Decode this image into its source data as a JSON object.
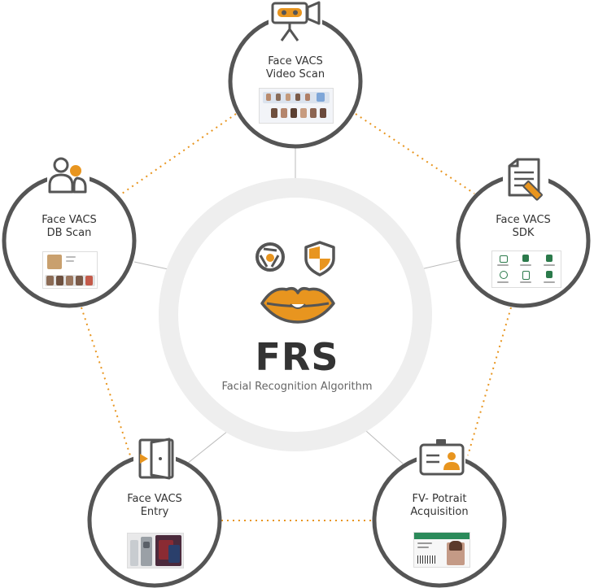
{
  "center": {
    "title": "FRS",
    "subtitle": "Facial Recognition Algorithm"
  },
  "nodes": {
    "video_scan": {
      "line1": "Face VACS",
      "line2": "Video Scan"
    },
    "sdk": {
      "line1": "Face VACS",
      "line2": "SDK"
    },
    "db_scan": {
      "line1": "Face VACS",
      "line2": "DB Scan"
    },
    "entry": {
      "line1": "Face VACS",
      "line2": "Entry"
    },
    "portrait": {
      "line1": "FV- Potrait",
      "line2": "Acquisition"
    }
  },
  "icons": {
    "center": [
      "aperture-icon",
      "shield-icon",
      "lips-icon"
    ],
    "video_scan": "video-camera-icon",
    "sdk": "document-pen-icon",
    "db_scan": "users-icon",
    "entry": "door-icon",
    "portrait": "id-badge-icon"
  },
  "colors": {
    "accent": "#e8951f",
    "ring": "#555555",
    "halo": "#eeeeee"
  }
}
